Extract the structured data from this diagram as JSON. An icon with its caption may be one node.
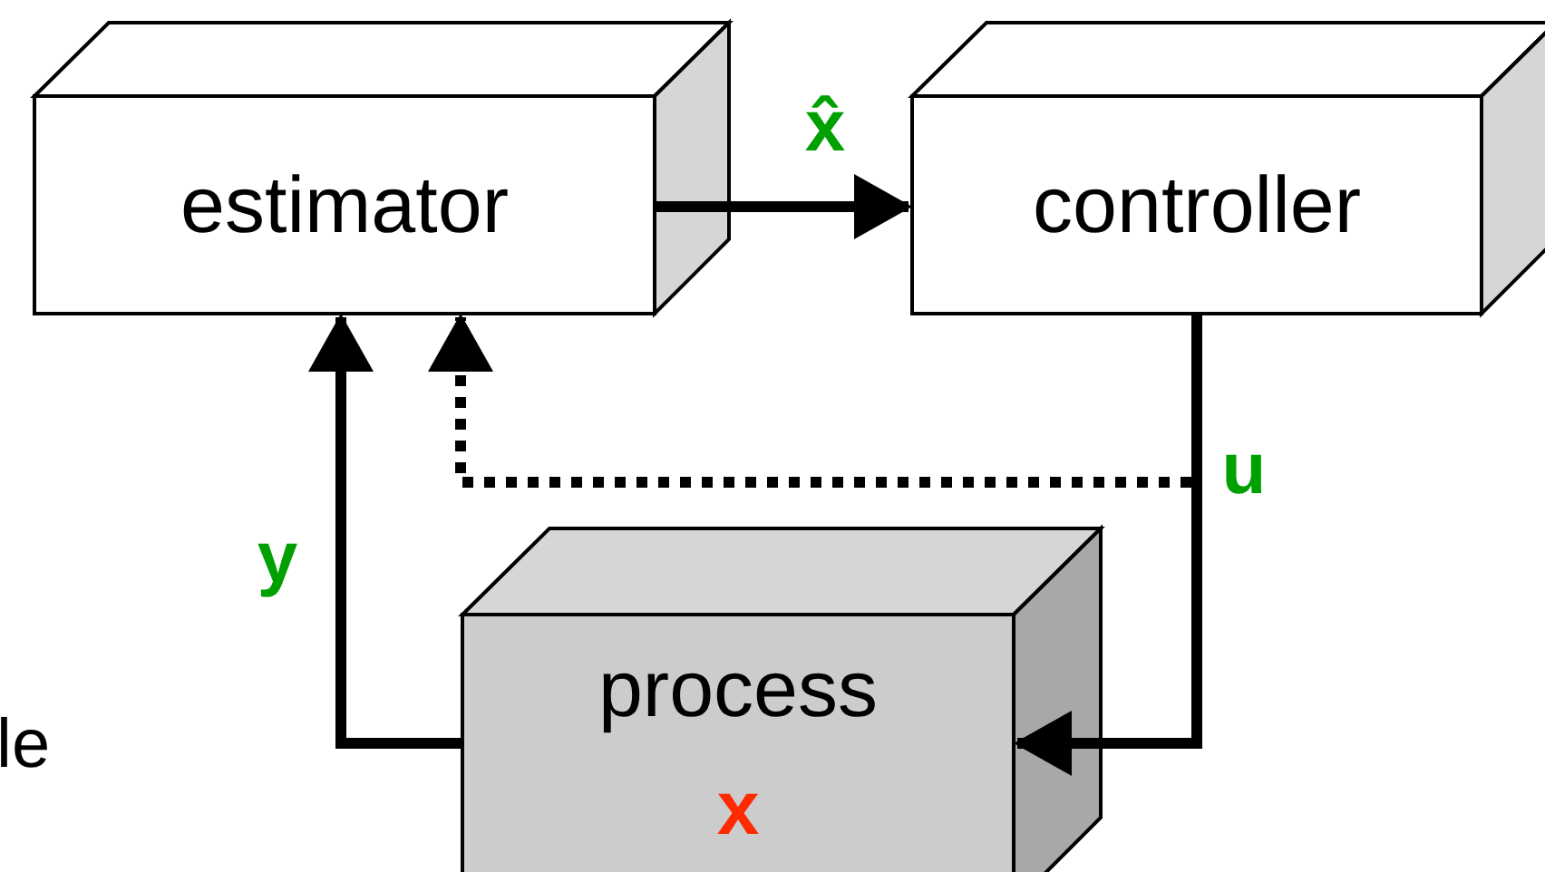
{
  "diagram": {
    "nodes": [
      {
        "text": [
          "estimator"
        ]
      },
      {
        "text": [
          "controller"
        ]
      },
      {
        "text": [
          "process",
          "x"
        ]
      }
    ],
    "edges": [
      {
        "from": 0,
        "to": 1,
        "arrow": "to",
        "label": "x̂"
      },
      {
        "from": 1,
        "to": 2,
        "arrow": "to",
        "label": "u"
      },
      {
        "from": 2,
        "to": 0,
        "arrow": "to",
        "label": "y"
      },
      {
        "from": 1,
        "to": 0,
        "arrow": "to",
        "style": "dashed"
      }
    ],
    "labels": [
      "le"
    ]
  }
}
